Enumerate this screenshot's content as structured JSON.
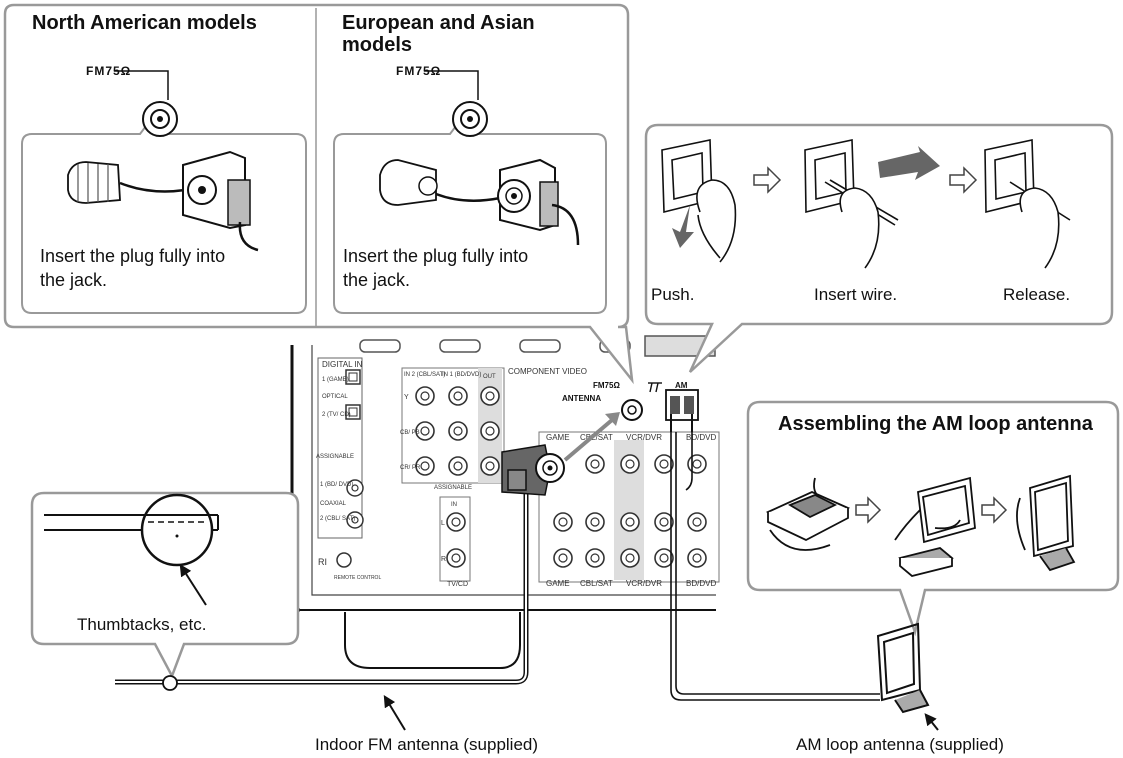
{
  "callouts": {
    "north_american": {
      "title": "North American models",
      "jack_label": "FM75Ω",
      "instruction": "Insert the plug fully into the jack."
    },
    "european_asian": {
      "title": "European and Asian models",
      "jack_label": "FM75Ω",
      "instruction": "Insert the plug fully into the jack."
    },
    "am_terminal_steps": {
      "steps": [
        "Push.",
        "Insert wire.",
        "Release."
      ]
    },
    "am_loop_assembly": {
      "title": "Assembling the AM loop antenna"
    },
    "thumbtacks": {
      "caption": "Thumbtacks, etc."
    }
  },
  "rear_panel": {
    "antenna_label": "ANTENNA",
    "fm_label": "FM75Ω",
    "am_label": "AM",
    "digital_in": "DIGITAL IN",
    "optical": "OPTICAL",
    "coaxial": "COAXIAL",
    "assignable": "ASSIGNABLE",
    "component_video": "COMPONENT VIDEO",
    "out": "OUT",
    "in": "IN",
    "remote_control": "REMOTE CONTROL",
    "ri": "RI",
    "digital_inputs": [
      "1 (GAME)",
      "2 (TV/ CD)",
      "1 (BD/ DVD)",
      "2 (CBL/ SAT)"
    ],
    "component_inputs": [
      "IN 2 (CBL/SAT)",
      "IN 1 (BD/DVD)"
    ],
    "component_channels": [
      "Y",
      "CB/ PB",
      "CR/ PR"
    ],
    "analog_groups_top": [
      "GAME",
      "CBL/SAT",
      "VCR/DVR",
      "BD/DVD"
    ],
    "analog_groups_bottom": [
      "GAME",
      "CBL/SAT",
      "VCR/DVR",
      "BD/DVD"
    ],
    "tv_cd": "TV/CD",
    "left": "L",
    "right": "R"
  },
  "labels": {
    "fm_antenna": "Indoor FM antenna (supplied)",
    "am_antenna": "AM loop antenna (supplied)"
  }
}
